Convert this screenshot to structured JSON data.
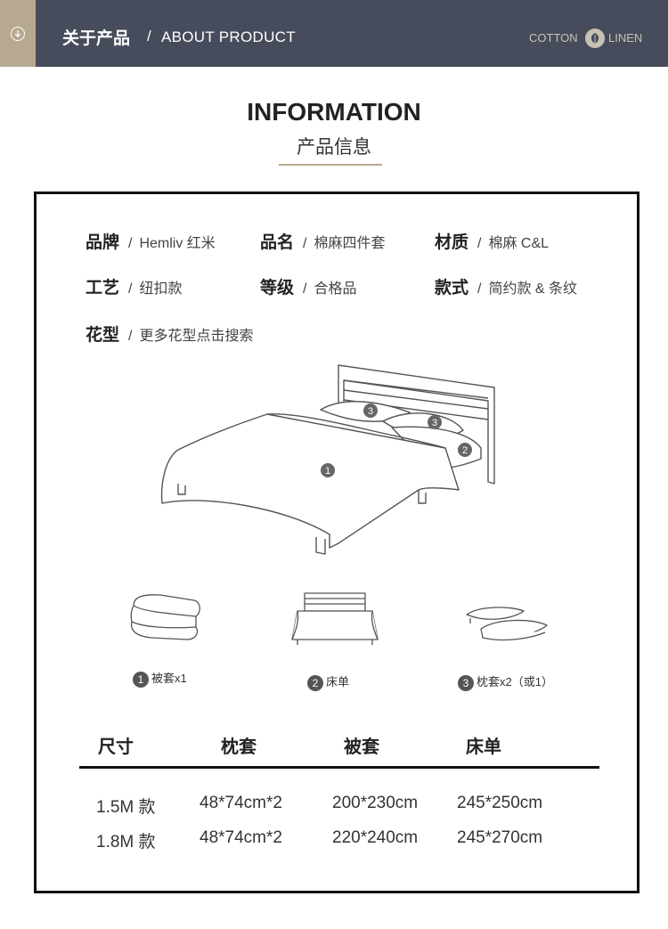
{
  "header": {
    "title_cn": "关于产品",
    "title_sep": "/",
    "title_en": "ABOUT PRODUCT",
    "brand_left": "COTTON",
    "brand_right": "LINEN"
  },
  "section": {
    "title": "INFORMATION",
    "subtitle": "产品信息"
  },
  "attributes": [
    {
      "label": "品牌",
      "value": "Hemliv 红米"
    },
    {
      "label": "品名",
      "value": "棉麻四件套"
    },
    {
      "label": "材质",
      "value": "棉麻 C&L"
    },
    {
      "label": "工艺",
      "value": "纽扣款"
    },
    {
      "label": "等级",
      "value": "合格品"
    },
    {
      "label": "款式",
      "value": "简约款 & 条纹"
    },
    {
      "label": "花型",
      "value": "更多花型点击搜索"
    }
  ],
  "sep": "/",
  "bed_markers": [
    "1",
    "2",
    "3",
    "3"
  ],
  "items": [
    {
      "num": "1",
      "label": "被套x1"
    },
    {
      "num": "2",
      "label": "床单"
    },
    {
      "num": "3",
      "label": "枕套x2（或1）"
    }
  ],
  "table": {
    "headers": [
      "尺寸",
      "枕套",
      "被套",
      "床单"
    ],
    "rows": [
      [
        "1.5M 款",
        "48*74cm*2",
        "200*230cm",
        "245*250cm"
      ],
      [
        "1.8M 款",
        "48*74cm*2",
        "220*240cm",
        "245*270cm"
      ]
    ]
  }
}
